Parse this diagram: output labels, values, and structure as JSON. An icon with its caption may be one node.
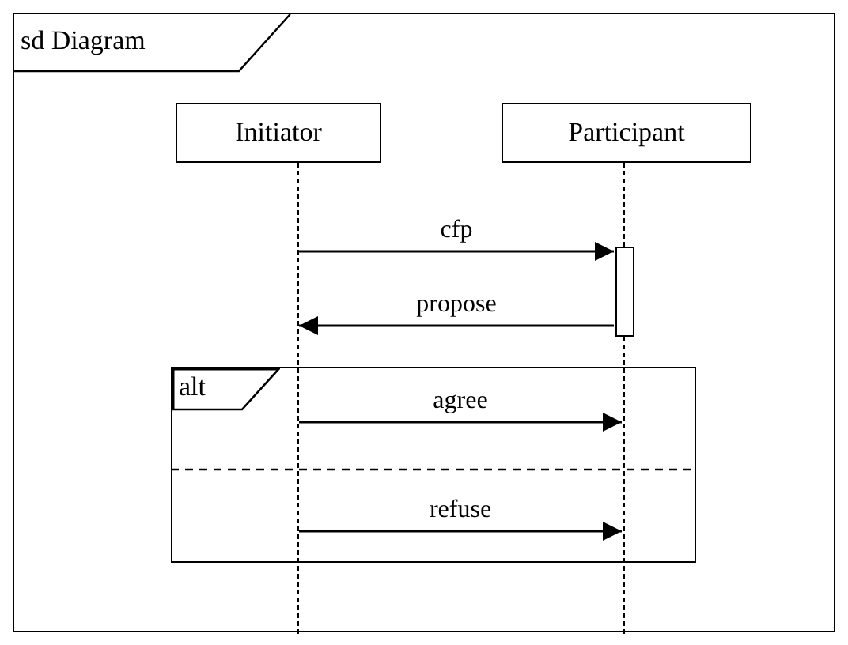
{
  "diagram": {
    "nodes": [
      {
        "text": [
          "sd Diagram"
        ]
      },
      {
        "text": [
          "Initiator"
        ],
        "in": 0
      },
      {
        "text": [
          "Participant"
        ],
        "in": 0
      },
      {
        "text": [],
        "shape": "line",
        "in": 0
      },
      {
        "text": [],
        "shape": "line",
        "in": 0
      },
      {
        "text": [],
        "shape": "bar",
        "in": 0
      },
      {
        "text": [
          "alt"
        ],
        "in": 0
      }
    ],
    "edges": [
      {
        "from": 3,
        "to": 5,
        "arrow": "to",
        "label": "cfp"
      },
      {
        "from": 5,
        "to": 3,
        "arrow": "to",
        "label": "propose"
      },
      {
        "from": 3,
        "to": 4,
        "arrow": "to",
        "label": "agree"
      },
      {
        "from": 3,
        "to": 4,
        "arrow": "to",
        "label": "refuse"
      }
    ]
  }
}
